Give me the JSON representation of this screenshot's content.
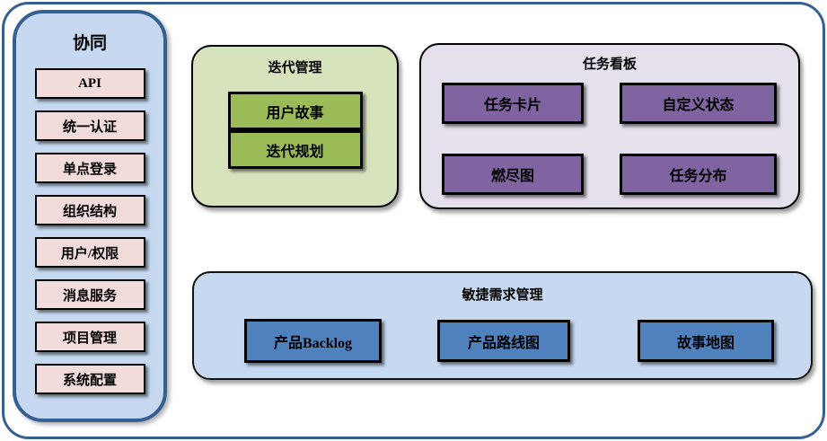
{
  "palette": {
    "frame": "#376092",
    "panel_blue": "#c6d9f1",
    "pink": "#f2dcdb",
    "green_bg": "#d6e3bc",
    "green": "#9bbb59",
    "purple_bg": "#e5e0ec",
    "purple": "#8064a2",
    "blue_bg": "#c6d9f1",
    "blue": "#4f81bd"
  },
  "sidebar": {
    "title": "协同",
    "items": [
      "API",
      "统一认证",
      "单点登录",
      "组织结构",
      "用户/权限",
      "消息服务",
      "项目管理",
      "系统配置"
    ]
  },
  "groups": {
    "iteration": {
      "title": "迭代管理",
      "items": [
        "用户故事",
        "迭代规划"
      ]
    },
    "kanban": {
      "title": "任务看板",
      "items": [
        "任务卡片",
        "自定义状态",
        "燃尽图",
        "任务分布"
      ]
    },
    "agile": {
      "title": "敏捷需求管理",
      "items": [
        "产品Backlog",
        "产品路线图",
        "故事地图"
      ]
    }
  }
}
